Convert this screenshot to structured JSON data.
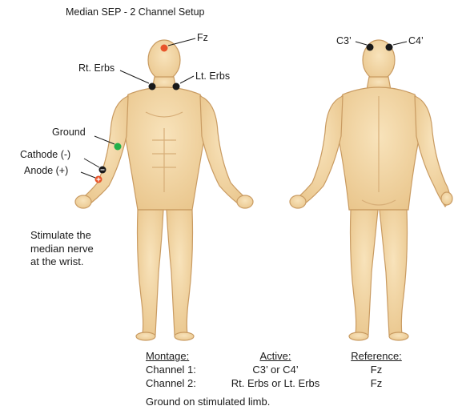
{
  "title": "Median SEP - 2 Channel Setup",
  "labels": {
    "fz": "Fz",
    "rt_erbs": "Rt. Erbs",
    "lt_erbs": "Lt. Erbs",
    "ground": "Ground",
    "cathode": "Cathode (-)",
    "anode": "Anode (+)",
    "c3": "C3’",
    "c4": "C4’"
  },
  "note": [
    "Stimulate the",
    "median nerve",
    "at the wrist."
  ],
  "table": {
    "headers": {
      "montage": "Montage:",
      "active": "Active:",
      "reference": "Reference:"
    },
    "rows": [
      {
        "montage": "Channel 1:",
        "active": "C3’ or C4’",
        "reference": "Fz"
      },
      {
        "montage": "Channel 2:",
        "active": "Rt. Erbs or Lt. Erbs",
        "reference": "Fz"
      }
    ]
  },
  "footer": "Ground on stimulated limb.",
  "colors": {
    "skin": "#f3d7a4",
    "outline": "#c99b62",
    "fz_electrode": "#e8542a",
    "ground_electrode": "#22b04a",
    "electrode": "#1a1a1a"
  }
}
